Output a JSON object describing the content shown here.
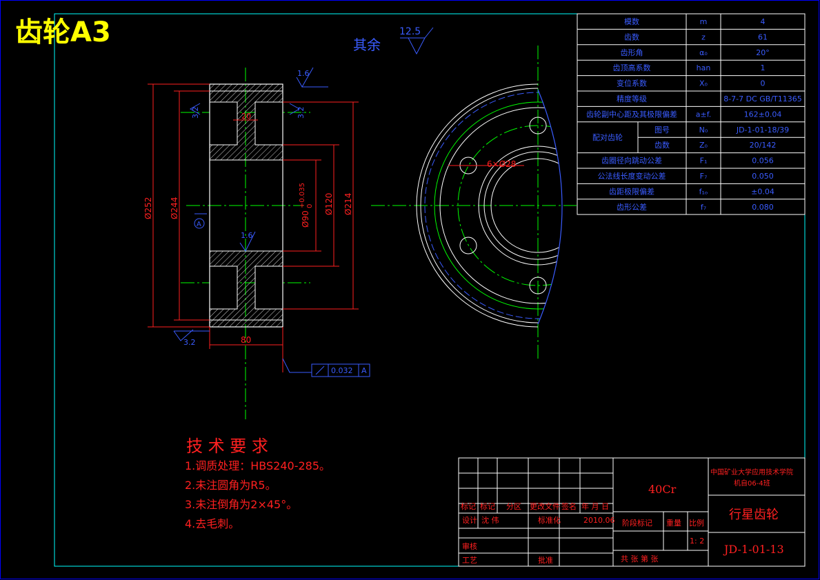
{
  "sheet_label": "齿轮A3",
  "surface_finish": {
    "label": "其余",
    "value": "12.5"
  },
  "section_view": {
    "roughness": [
      "1.6",
      "3.2",
      "3.2",
      "1.6",
      "3.2"
    ],
    "dimensions": {
      "od252": "Ø252",
      "od244": "Ø244",
      "bore_fit": "Ø90+0.035\n        0",
      "bore_upper": "+0.035",
      "bore_lower": "0",
      "bore_base": "Ø90",
      "d120": "Ø120",
      "d214": "Ø214",
      "web": "20",
      "width": "80"
    },
    "datum": "A",
    "runout_tolerance": "0.032",
    "runout_datum": "A"
  },
  "end_view": {
    "holes_note": "6×Ø28"
  },
  "params_table": {
    "rows": [
      {
        "name": "模数",
        "symbol": "m",
        "value": "4"
      },
      {
        "name": "齿数",
        "symbol": "z",
        "value": "61"
      },
      {
        "name": "齿形角",
        "symbol": "α₀",
        "value": "20°"
      },
      {
        "name": "齿顶高系数",
        "symbol": "han",
        "value": "1"
      },
      {
        "name": "变位系数",
        "symbol": "X₀",
        "value": "0"
      },
      {
        "name": "精度等级",
        "symbol": "",
        "value": "8-7-7 DC GB/T11365"
      },
      {
        "name": "齿轮副中心距及其极限偏差",
        "symbol": "a±f.",
        "value": "162±0.04"
      },
      {
        "name": "图号",
        "symbol": "N₀",
        "value": "JD-1-01-18/39"
      },
      {
        "name": "齿数",
        "symbol": "Z₀",
        "value": "20/142"
      },
      {
        "name": "齿圈径向跳动公差",
        "symbol": "F₁",
        "value": "0.056"
      },
      {
        "name": "公法线长度变动公差",
        "symbol": "F₇",
        "value": "0.050"
      },
      {
        "name": "齿距极限偏差",
        "symbol": "f₁ₒ",
        "value": "±0.04"
      },
      {
        "name": "齿形公差",
        "symbol": "f₇",
        "value": "0.080"
      }
    ],
    "merged_label": "配对齿轮"
  },
  "tech_requirements": {
    "title": "技 术 要 求",
    "items": [
      "1.调质处理：HBS240-285。",
      "2.未注圆角为R5。",
      "3.未注倒角为2×45°。",
      "4.去毛刺。"
    ]
  },
  "title_block": {
    "material": "40Cr",
    "school": "中国矿业大学应用技术学院",
    "class": "机自06-4班",
    "part_name": "行星齿轮",
    "drawing_no": "JD-1-01-13",
    "headers": [
      "标记",
      "标记",
      "分区",
      "更改文件",
      "签名",
      "年 月 日"
    ],
    "design_label": "设计",
    "designer": "沈 伟",
    "standard_label": "标准化",
    "date": "2010.06",
    "stage_label": "阶段标记",
    "weight_label": "重量",
    "scale_label": "比例",
    "scale": "1: 2",
    "review_label": "审核",
    "process_label": "工艺",
    "approve_label": "批准",
    "sheets": "共  张  第  张"
  }
}
